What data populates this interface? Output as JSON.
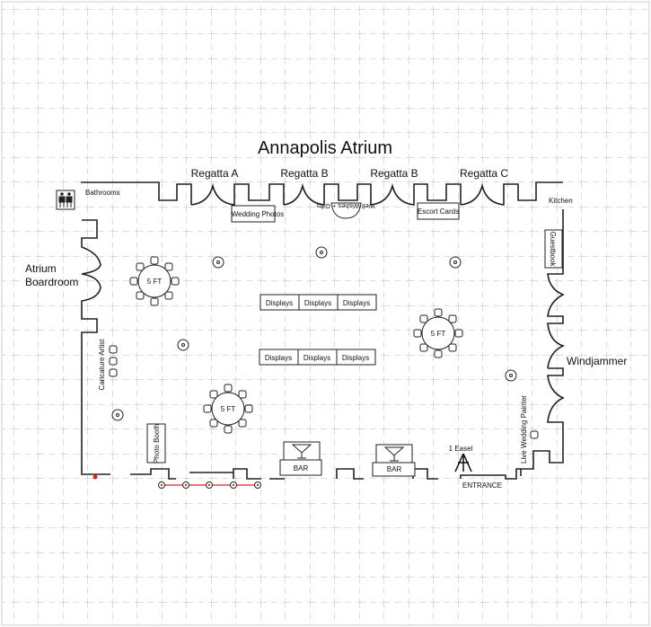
{
  "title": "Annapolis Atrium",
  "rooms": {
    "regatta_a": "Regatta A",
    "regatta_b1": "Regatta B",
    "regatta_b2": "Regatta B",
    "regatta_c": "Regatta C",
    "bathrooms": "Bathrooms",
    "kitchen": "Kitchen",
    "atrium_line1": "Atrium",
    "atrium_line2": "Boardroom",
    "windjammer": "Windjammer",
    "entrance": "ENTRANCE"
  },
  "stations": {
    "wedding_photos": "Wedding Photos",
    "well_wishes": "Well Wishes + Gifts",
    "escort_cards": "Escort Cards",
    "guestbook": "Guestbook",
    "caricature": "Caricature Artist",
    "photo_booth": "Photo Booth",
    "painter": "Live Wedding Painter",
    "easel": "1 Easel",
    "bar1": "BAR",
    "bar2": "BAR"
  },
  "tables": [
    "5 FT",
    "5 FT",
    "5 FT"
  ],
  "displays_row1": [
    "Displays",
    "Displays",
    "Displays"
  ],
  "displays_row2": [
    "Displays",
    "Displays",
    "Displays"
  ],
  "colors": {
    "wall": "#222222",
    "rope": "#e02020",
    "text": "#111111"
  }
}
